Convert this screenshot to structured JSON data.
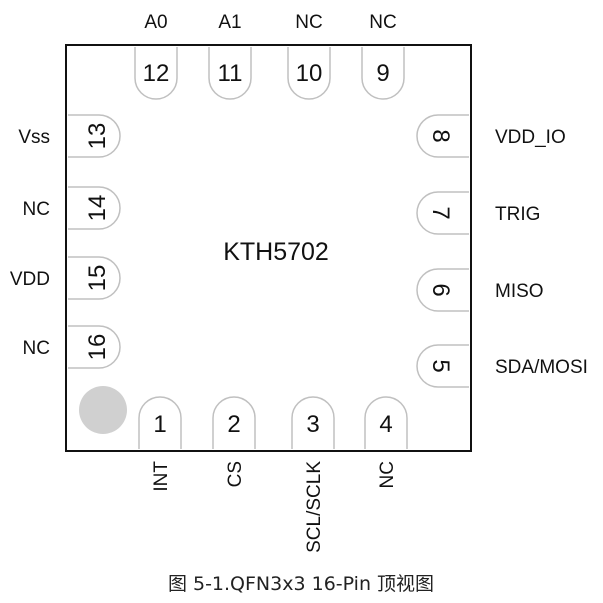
{
  "chip_name": "KTH5702",
  "caption": "图 5-1.QFN3x3 16-Pin  顶视图",
  "colors": {
    "outline": "#111111",
    "pad_stroke": "#c0c0c0",
    "pin1_marker": "#d0d0d0"
  },
  "pins": {
    "top": [
      {
        "num": "12",
        "label": "A0"
      },
      {
        "num": "11",
        "label": "A1"
      },
      {
        "num": "10",
        "label": "NC"
      },
      {
        "num": "9",
        "label": "NC"
      }
    ],
    "left": [
      {
        "num": "13",
        "label": "Vss"
      },
      {
        "num": "14",
        "label": "NC"
      },
      {
        "num": "15",
        "label": "VDD"
      },
      {
        "num": "16",
        "label": "NC"
      }
    ],
    "right": [
      {
        "num": "8",
        "label": "VDD_IO"
      },
      {
        "num": "7",
        "label": "TRIG"
      },
      {
        "num": "6",
        "label": "MISO"
      },
      {
        "num": "5",
        "label": "SDA/MOSI"
      }
    ],
    "bottom": [
      {
        "num": "1",
        "label": "INT"
      },
      {
        "num": "2",
        "label": "CS"
      },
      {
        "num": "3",
        "label": "SCL/SCLK"
      },
      {
        "num": "4",
        "label": "NC"
      }
    ]
  }
}
